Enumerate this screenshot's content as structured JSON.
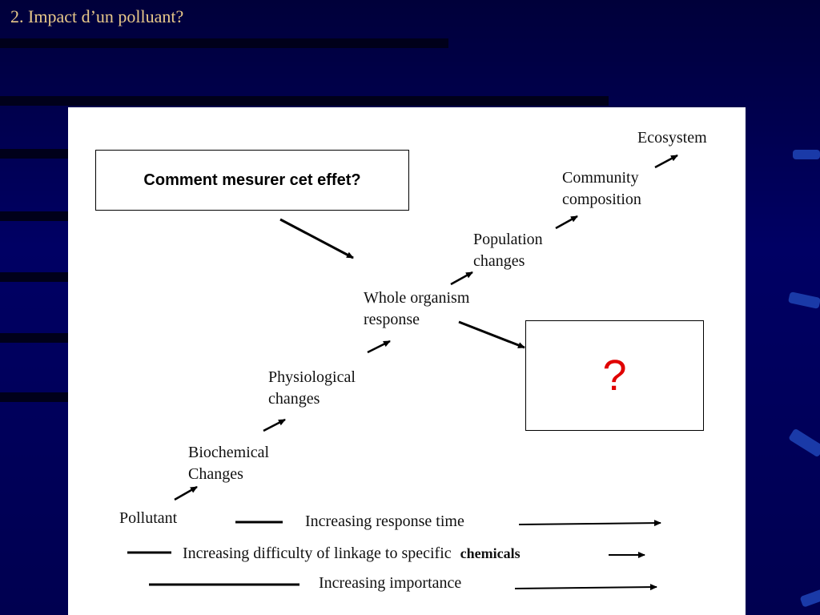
{
  "slide": {
    "title": "2. Impact d’un polluant?"
  },
  "diagram": {
    "stages": [
      {
        "line1": "Pollutant",
        "line2": ""
      },
      {
        "line1": "Biochemical",
        "line2": "Changes"
      },
      {
        "line1": "Physiological",
        "line2": "changes"
      },
      {
        "line1": "Whole organism",
        "line2": "response"
      },
      {
        "line1": "Population",
        "line2": "changes"
      },
      {
        "line1": "Community",
        "line2": "composition"
      },
      {
        "line1": "Ecosystem",
        "line2": ""
      }
    ],
    "question_box": {
      "text": "Comment mesurer cet effet?"
    },
    "unknown_box": {
      "text": "?"
    },
    "trends": {
      "response_time": "Increasing response time",
      "linkage": "Increasing difficulty of linkage to specific",
      "linkage_bold": "chemicals",
      "importance": "Increasing importance"
    }
  },
  "colors": {
    "background": "#000064",
    "title": "#e8c889",
    "question_mark": "#e00000"
  }
}
